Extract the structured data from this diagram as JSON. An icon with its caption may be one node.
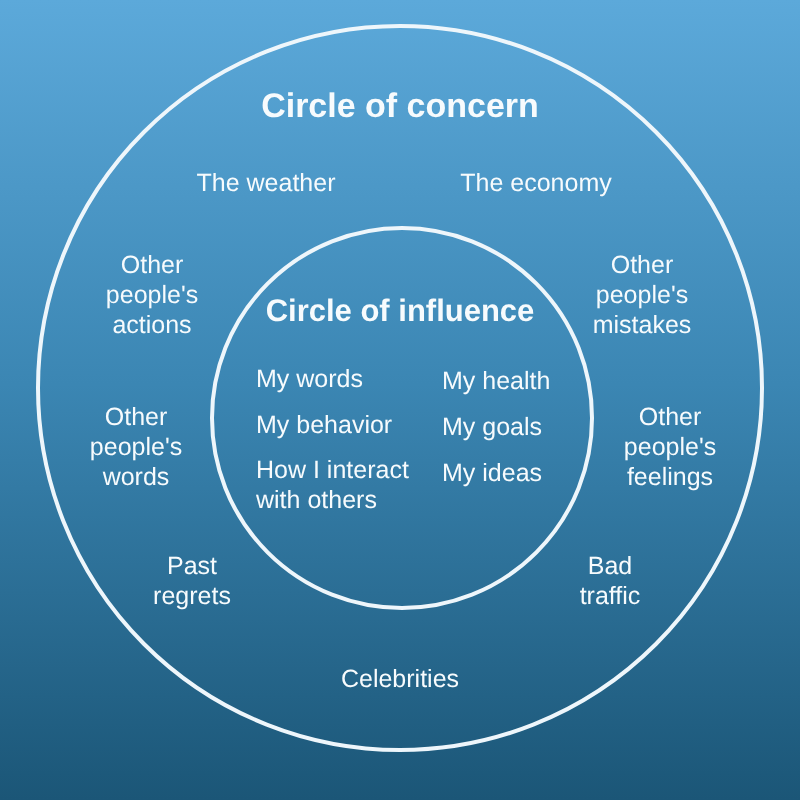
{
  "diagram": {
    "nodes": [
      {
        "text": [
          "Circle of concern",
          "The weather",
          "The economy",
          "Other people's actions",
          "Other people's mistakes",
          "Other people's words",
          "Other people's feelings",
          "Past regrets",
          "Bad traffic",
          "Celebrities"
        ]
      },
      {
        "text": [
          "Circle of influence",
          "My words",
          "My health",
          "My behavior",
          "My goals",
          "How I interact with others",
          "My ideas"
        ],
        "in": 0
      }
    ]
  }
}
